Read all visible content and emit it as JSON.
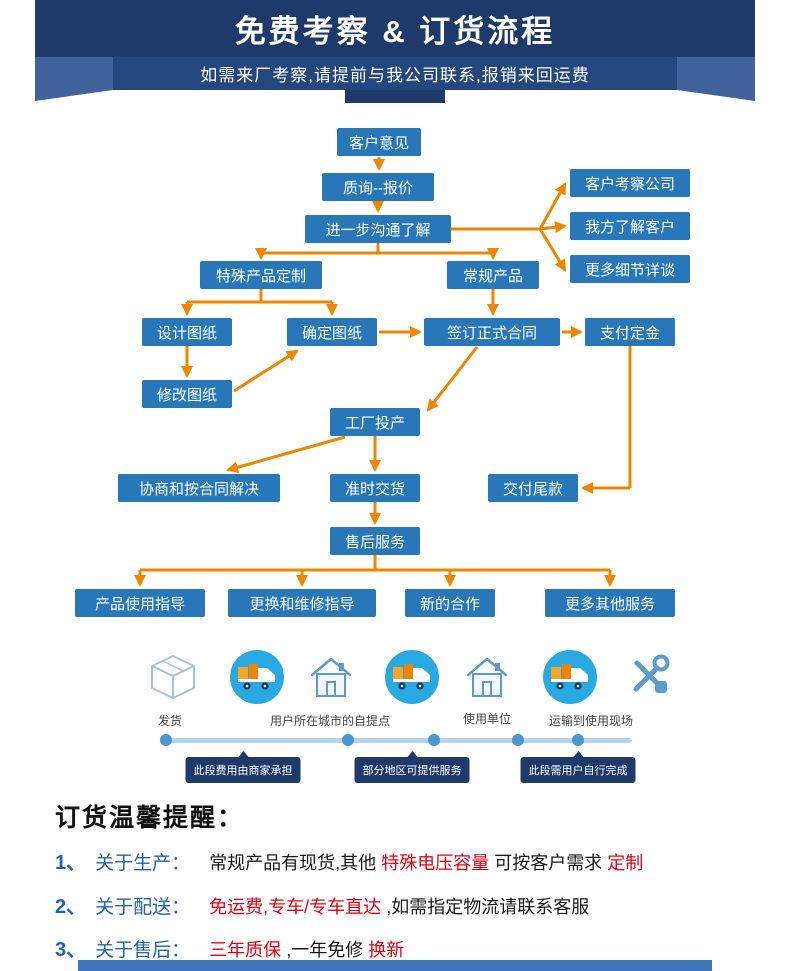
{
  "header": {
    "title": "免费考察 & 订货流程",
    "subtitle": "如需来厂考察,请提前与我公司联系,报销来回运费"
  },
  "flow": {
    "nodes": {
      "customer_opinion": "客户意见",
      "inquiry_quote": "质询--报价",
      "further_communication": "进一步沟通了解",
      "client_visit_company": "客户考察公司",
      "we_know_client": "我方了解客户",
      "more_details_talk": "更多细节详谈",
      "special_product_custom": "特殊产品定制",
      "regular_product": "常规产品",
      "design_drawing": "设计图纸",
      "confirm_drawing": "确定图纸",
      "sign_formal_contract": "签订正式合同",
      "pay_deposit": "支付定金",
      "revise_drawing": "修改图纸",
      "factory_production": "工厂投产",
      "negotiate_by_contract": "协商和按合同解决",
      "on_time_delivery": "准时交货",
      "pay_balance": "交付尾款",
      "after_sales_service": "售后服务",
      "product_usage_guide": "产品使用指导",
      "replace_repair_guide": "更换和维修指导",
      "new_cooperation": "新的合作",
      "more_other_services": "更多其他服务"
    }
  },
  "logistics": {
    "labels": {
      "ship": "发货",
      "pickup_point": "用户所在城市的自提点",
      "use_unit": "使用单位",
      "transport_to_site": "运输到使用现场"
    },
    "tags": {
      "merchant_pays": "此段费用由商家承担",
      "partial_area_service": "部分地区可提供服务",
      "user_self_complete": "此段需用户自行完成"
    }
  },
  "reminder": {
    "title": "订货温馨提醒：",
    "items": [
      {
        "num": "1、",
        "label": "关于生产：",
        "seg1": "常规产品有现货,其他",
        "seg2": "特殊电压容量",
        "seg3": "可按客户需求",
        "seg4": "定制"
      },
      {
        "num": "2、",
        "label": "关于配送：",
        "seg1": "免运费,专车/专车直达",
        "seg2": ",如需指定物流请联系客服"
      },
      {
        "num": "3、",
        "label": "关于售后：",
        "seg1": "三年质保",
        "seg2": ",一年免修",
        "seg3": "换新"
      }
    ]
  },
  "colors": {
    "header_navy": "#1d3a6b",
    "ribbon_light_blue": "#41639c",
    "flow_box_blue": "#2878b9",
    "arrow_orange": "#f08501",
    "highlight_red": "#e60012",
    "truck_circle_blue": "#29a9e1",
    "label_blue": "#2263ae",
    "bottom_bar_blue": "#3b77b9"
  }
}
